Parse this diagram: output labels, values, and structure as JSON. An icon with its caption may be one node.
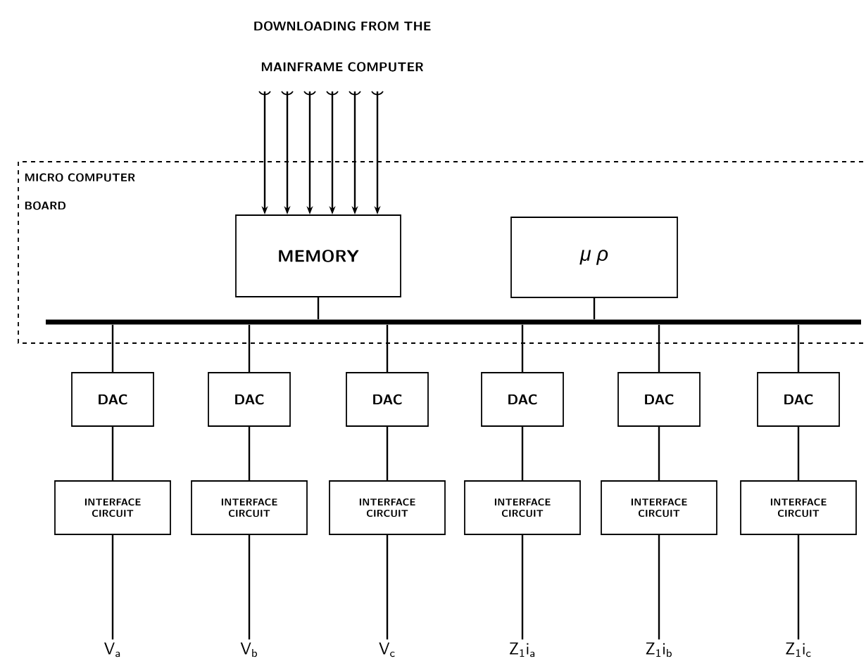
{
  "diagram": {
    "nodes": [
      {
        "text": [
          "DOWNLOADING FROM THE MAINFRAME COMPUTER"
        ]
      },
      {
        "text": [
          "MICRO COMPUTER BOARD"
        ]
      },
      {
        "text": [
          "MEMORY"
        ],
        "in": 1
      },
      {
        "text": [
          "μ ρ"
        ],
        "in": 1
      },
      {
        "text": [],
        "shape": "bar",
        "in": 1
      },
      {
        "text": [
          "DAC"
        ]
      },
      {
        "text": [
          "DAC"
        ]
      },
      {
        "text": [
          "DAC"
        ]
      },
      {
        "text": [
          "DAC"
        ]
      },
      {
        "text": [
          "DAC"
        ]
      },
      {
        "text": [
          "DAC"
        ]
      },
      {
        "text": [
          "INTERFACE CIRCUIT"
        ]
      },
      {
        "text": [
          "INTERFACE CIRCUIT"
        ]
      },
      {
        "text": [
          "INTERFACE CIRCUIT"
        ]
      },
      {
        "text": [
          "INTERFACE CIRCUIT"
        ]
      },
      {
        "text": [
          "INTERFACE CIRCUIT"
        ]
      },
      {
        "text": [
          "INTERFACE CIRCUIT"
        ]
      },
      {
        "text": [
          "V$_{a}$"
        ]
      },
      {
        "text": [
          "V$_{b}$"
        ]
      },
      {
        "text": [
          "V$_{c}$"
        ]
      },
      {
        "text": [
          "Z$_{1}$i$_{a}$"
        ]
      },
      {
        "text": [
          "Z$_{1}$i$_{b}$"
        ]
      },
      {
        "text": [
          "Z$_{1}$i$_{c}$"
        ]
      }
    ],
    "edges": [
      {
        "from": 0,
        "to": 2,
        "arrow": "to"
      },
      {
        "from": 0,
        "to": 2,
        "arrow": "to"
      },
      {
        "from": 0,
        "to": 2,
        "arrow": "to"
      },
      {
        "from": 0,
        "to": 2,
        "arrow": "to"
      },
      {
        "from": 0,
        "to": 2,
        "arrow": "to"
      },
      {
        "from": 0,
        "to": 2,
        "arrow": "to"
      },
      {
        "from": 2,
        "to": 4,
        "arrow": "none"
      },
      {
        "from": 3,
        "to": 4,
        "arrow": "none"
      },
      {
        "from": 4,
        "to": 5,
        "arrow": "none"
      },
      {
        "from": 4,
        "to": 6,
        "arrow": "none"
      },
      {
        "from": 4,
        "to": 7,
        "arrow": "none"
      },
      {
        "from": 4,
        "to": 8,
        "arrow": "none"
      },
      {
        "from": 4,
        "to": 9,
        "arrow": "none"
      },
      {
        "from": 4,
        "to": 10,
        "arrow": "none"
      },
      {
        "from": 5,
        "to": 11,
        "arrow": "none"
      },
      {
        "from": 6,
        "to": 12,
        "arrow": "none"
      },
      {
        "from": 7,
        "to": 13,
        "arrow": "none"
      },
      {
        "from": 8,
        "to": 14,
        "arrow": "none"
      },
      {
        "from": 9,
        "to": 15,
        "arrow": "none"
      },
      {
        "from": 10,
        "to": 16,
        "arrow": "none"
      },
      {
        "from": 11,
        "to": 17,
        "arrow": "none"
      },
      {
        "from": 12,
        "to": 18,
        "arrow": "none"
      },
      {
        "from": 13,
        "to": 19,
        "arrow": "none"
      },
      {
        "from": 14,
        "to": 20,
        "arrow": "none"
      },
      {
        "from": 15,
        "to": 21,
        "arrow": "none"
      },
      {
        "from": 16,
        "to": 22,
        "arrow": "none"
      }
    ]
  }
}
